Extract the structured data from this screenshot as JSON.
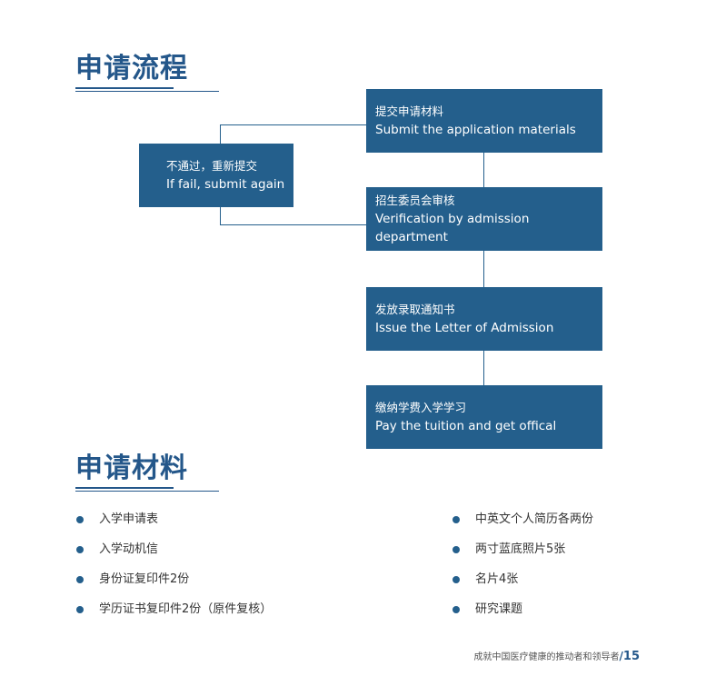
{
  "process": {
    "title": "申请流程",
    "steps": [
      {
        "cn": "提交申请材料",
        "en": "Submit the application materials"
      },
      {
        "cn": "招生委员会审核",
        "en": "Verification by admission department"
      },
      {
        "cn": "发放录取通知书",
        "en": "Issue the Letter of Admission"
      },
      {
        "cn": "缴纳学费入学学习",
        "en": "Pay the tuition and get offical"
      }
    ],
    "fail_box": {
      "cn": "不通过，重新提交",
      "en": "If fail, submit again"
    }
  },
  "materials": {
    "title": "申请材料",
    "left": [
      "入学申请表",
      "入学动机信",
      "身份证复印件2份",
      "学历证书复印件2份（原件复核）"
    ],
    "right": [
      "中英文个人简历各两份",
      "两寸蓝底照片5张",
      "名片4张",
      "研究课题"
    ]
  },
  "footer": {
    "text": "成就中国医疗健康的推动者和领导者",
    "separator": "/",
    "page": "15"
  },
  "colors": {
    "accent": "#24578a",
    "box": "#245f8c"
  }
}
